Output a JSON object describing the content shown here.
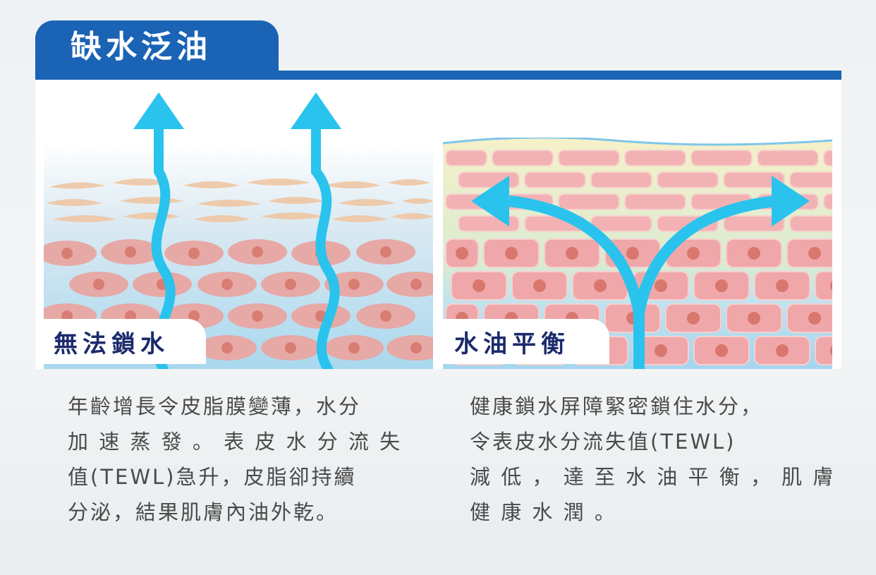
{
  "title": "缺水泛油",
  "left_panel": {
    "label": "無法鎖水",
    "description": [
      "年齡增長令皮脂膜變薄，水分",
      "加 速 蒸 發 。 表 皮 水 分 流 失",
      "值(TEWL)急升，皮脂卻持續",
      "分泌，結果肌膚內油外乾。"
    ]
  },
  "right_panel": {
    "label": "水油平衡",
    "description": [
      "健康鎖水屏障緊密鎖住水分，",
      "令表皮水分流失值(TEWL)",
      "減 低 ， 達 至 水 油 平 衡 ， 肌 膚",
      "健 康 水 潤 。"
    ]
  },
  "colors": {
    "brand_blue": "#1a63b5",
    "label_navy": "#1b2a6b",
    "arrow_cyan": "#29c3ee",
    "cell_pink": "#e6a9a6",
    "nucleus": "#d97c73",
    "sebum_yellow": "#fbe7a0"
  },
  "icons": {
    "left_arrows": "wavy-up-arrow",
    "right_arrows": "curved-split-arrow"
  }
}
